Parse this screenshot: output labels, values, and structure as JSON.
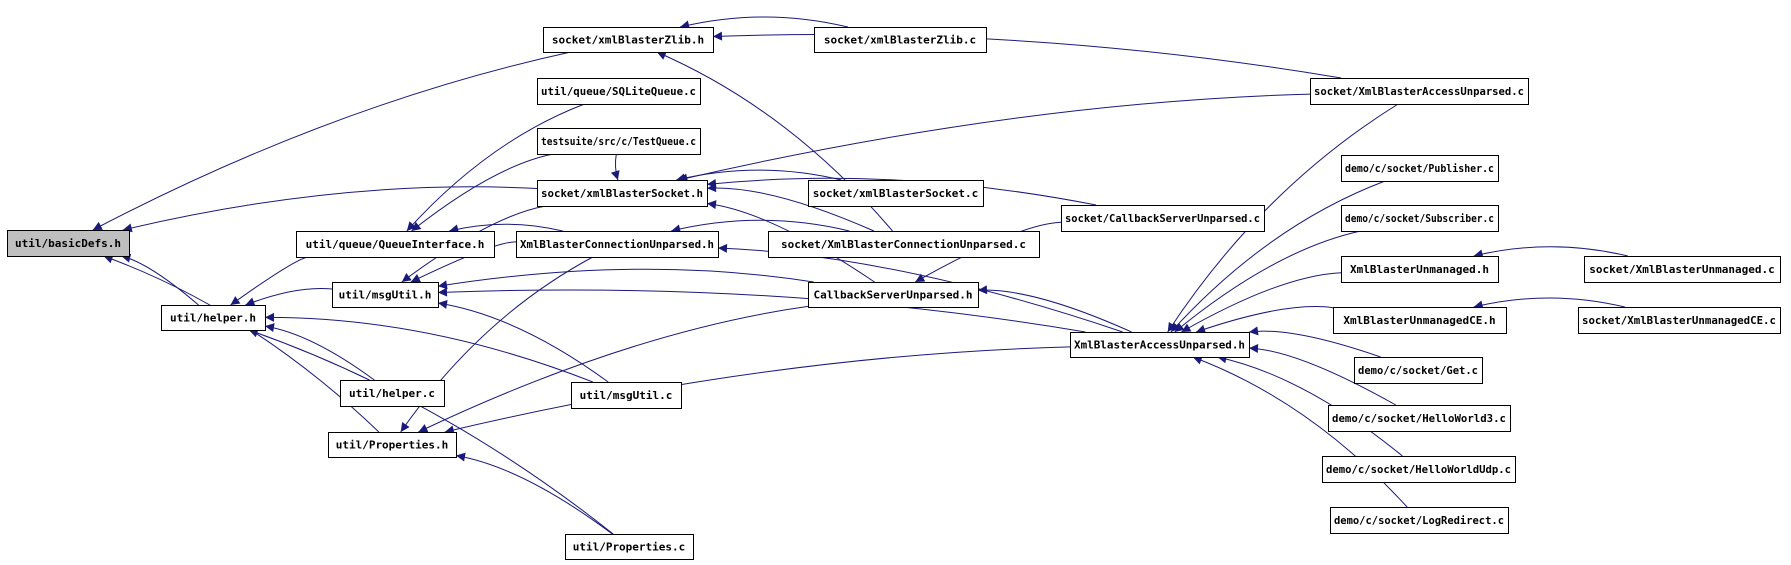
{
  "graph": {
    "edge_color": "#1a1a7a",
    "root_fill": "#bfbfbf",
    "nodes": [
      {
        "id": "basicDefs",
        "label": "util/basicDefs.h"
      },
      {
        "id": "xmlBlasterZlib_h",
        "label": "socket/xmlBlasterZlib.h"
      },
      {
        "id": "SQLiteQueue_c",
        "label": "util/queue/SQLiteQueue.c"
      },
      {
        "id": "TestQueue_c",
        "label": "testsuite/src/c/TestQueue.c"
      },
      {
        "id": "xmlBlasterSocket_h",
        "label": "socket/xmlBlasterSocket.h"
      },
      {
        "id": "QueueInterface_h",
        "label": "util/queue/QueueInterface.h"
      },
      {
        "id": "XmlBlasterConnectionUnparsed_h",
        "label": "XmlBlasterConnectionUnparsed.h"
      },
      {
        "id": "helper_h",
        "label": "util/helper.h"
      },
      {
        "id": "msgUtil_h",
        "label": "util/msgUtil.h"
      },
      {
        "id": "helper_c",
        "label": "util/helper.c"
      },
      {
        "id": "msgUtil_c",
        "label": "util/msgUtil.c"
      },
      {
        "id": "Properties_h",
        "label": "util/Properties.h"
      },
      {
        "id": "Properties_c",
        "label": "util/Properties.c"
      },
      {
        "id": "xmlBlasterZlib_c",
        "label": "socket/xmlBlasterZlib.c"
      },
      {
        "id": "xmlBlasterSocket_c",
        "label": "socket/xmlBlasterSocket.c"
      },
      {
        "id": "XmlBlasterConnectionUnparsed_c",
        "label": "socket/XmlBlasterConnectionUnparsed.c"
      },
      {
        "id": "CallbackServerUnparsed_h",
        "label": "CallbackServerUnparsed.h"
      },
      {
        "id": "CallbackServerUnparsed_c",
        "label": "socket/CallbackServerUnparsed.c"
      },
      {
        "id": "XmlBlasterAccessUnparsed_h",
        "label": "XmlBlasterAccessUnparsed.h"
      },
      {
        "id": "XmlBlasterAccessUnparsed_c",
        "label": "socket/XmlBlasterAccessUnparsed.c"
      },
      {
        "id": "Publisher_c",
        "label": "demo/c/socket/Publisher.c"
      },
      {
        "id": "Subscriber_c",
        "label": "demo/c/socket/Subscriber.c"
      },
      {
        "id": "XmlBlasterUnmanaged_h",
        "label": "XmlBlasterUnmanaged.h"
      },
      {
        "id": "XmlBlasterUnmanagedCE_h",
        "label": "XmlBlasterUnmanagedCE.h"
      },
      {
        "id": "Get_c",
        "label": "demo/c/socket/Get.c"
      },
      {
        "id": "HelloWorld3_c",
        "label": "demo/c/socket/HelloWorld3.c"
      },
      {
        "id": "HelloWorldUdp_c",
        "label": "demo/c/socket/HelloWorldUdp.c"
      },
      {
        "id": "LogRedirect_c",
        "label": "demo/c/socket/LogRedirect.c"
      },
      {
        "id": "XmlBlasterUnmanaged_c",
        "label": "socket/XmlBlasterUnmanaged.c"
      },
      {
        "id": "XmlBlasterUnmanagedCE_c",
        "label": "socket/XmlBlasterUnmanagedCE.c"
      }
    ],
    "edges": [
      {
        "from": "xmlBlasterZlib_h",
        "to": "basicDefs"
      },
      {
        "from": "xmlBlasterSocket_h",
        "to": "basicDefs"
      },
      {
        "from": "helper_h",
        "to": "basicDefs"
      },
      {
        "from": "Properties_h",
        "to": "basicDefs"
      },
      {
        "from": "QueueInterface_h",
        "to": "helper_h"
      },
      {
        "from": "msgUtil_h",
        "to": "helper_h"
      },
      {
        "from": "helper_c",
        "to": "helper_h"
      },
      {
        "from": "msgUtil_c",
        "to": "helper_h"
      },
      {
        "from": "Properties_c",
        "to": "helper_h"
      },
      {
        "from": "SQLiteQueue_c",
        "to": "QueueInterface_h"
      },
      {
        "from": "TestQueue_c",
        "to": "QueueInterface_h"
      },
      {
        "from": "XmlBlasterConnectionUnparsed_h",
        "to": "QueueInterface_h"
      },
      {
        "from": "xmlBlasterZlib_c",
        "to": "xmlBlasterZlib_h"
      },
      {
        "from": "XmlBlasterAccessUnparsed_c",
        "to": "xmlBlasterZlib_h"
      },
      {
        "from": "XmlBlasterConnectionUnparsed_c",
        "to": "xmlBlasterZlib_h"
      },
      {
        "from": "TestQueue_c",
        "to": "xmlBlasterSocket_h"
      },
      {
        "from": "XmlBlasterAccessUnparsed_c",
        "to": "xmlBlasterSocket_h"
      },
      {
        "from": "xmlBlasterSocket_c",
        "to": "xmlBlasterSocket_h"
      },
      {
        "from": "CallbackServerUnparsed_c",
        "to": "xmlBlasterSocket_h"
      },
      {
        "from": "XmlBlasterConnectionUnparsed_c",
        "to": "xmlBlasterSocket_h"
      },
      {
        "from": "CallbackServerUnparsed_h",
        "to": "xmlBlasterSocket_h"
      },
      {
        "from": "XmlBlasterConnectionUnparsed_h",
        "to": "msgUtil_h"
      },
      {
        "from": "xmlBlasterSocket_h",
        "to": "msgUtil_h"
      },
      {
        "from": "CallbackServerUnparsed_h",
        "to": "msgUtil_h"
      },
      {
        "from": "XmlBlasterAccessUnparsed_h",
        "to": "msgUtil_h"
      },
      {
        "from": "msgUtil_c",
        "to": "msgUtil_h"
      },
      {
        "from": "XmlBlasterConnectionUnparsed_c",
        "to": "XmlBlasterConnectionUnparsed_h"
      },
      {
        "from": "XmlBlasterAccessUnparsed_h",
        "to": "XmlBlasterConnectionUnparsed_h"
      },
      {
        "from": "XmlBlasterConnectionUnparsed_h",
        "to": "Properties_h"
      },
      {
        "from": "CallbackServerUnparsed_h",
        "to": "Properties_h"
      },
      {
        "from": "XmlBlasterAccessUnparsed_h",
        "to": "Properties_h"
      },
      {
        "from": "Properties_c",
        "to": "Properties_h"
      },
      {
        "from": "CallbackServerUnparsed_c",
        "to": "CallbackServerUnparsed_h"
      },
      {
        "from": "XmlBlasterAccessUnparsed_h",
        "to": "CallbackServerUnparsed_h"
      },
      {
        "from": "XmlBlasterAccessUnparsed_c",
        "to": "XmlBlasterAccessUnparsed_h"
      },
      {
        "from": "Publisher_c",
        "to": "XmlBlasterAccessUnparsed_h"
      },
      {
        "from": "Subscriber_c",
        "to": "XmlBlasterAccessUnparsed_h"
      },
      {
        "from": "XmlBlasterUnmanaged_h",
        "to": "XmlBlasterAccessUnparsed_h"
      },
      {
        "from": "XmlBlasterUnmanagedCE_h",
        "to": "XmlBlasterAccessUnparsed_h"
      },
      {
        "from": "Get_c",
        "to": "XmlBlasterAccessUnparsed_h"
      },
      {
        "from": "HelloWorld3_c",
        "to": "XmlBlasterAccessUnparsed_h"
      },
      {
        "from": "HelloWorldUdp_c",
        "to": "XmlBlasterAccessUnparsed_h"
      },
      {
        "from": "LogRedirect_c",
        "to": "XmlBlasterAccessUnparsed_h"
      },
      {
        "from": "XmlBlasterUnmanaged_c",
        "to": "XmlBlasterUnmanaged_h"
      },
      {
        "from": "XmlBlasterUnmanagedCE_c",
        "to": "XmlBlasterUnmanagedCE_h"
      }
    ]
  }
}
